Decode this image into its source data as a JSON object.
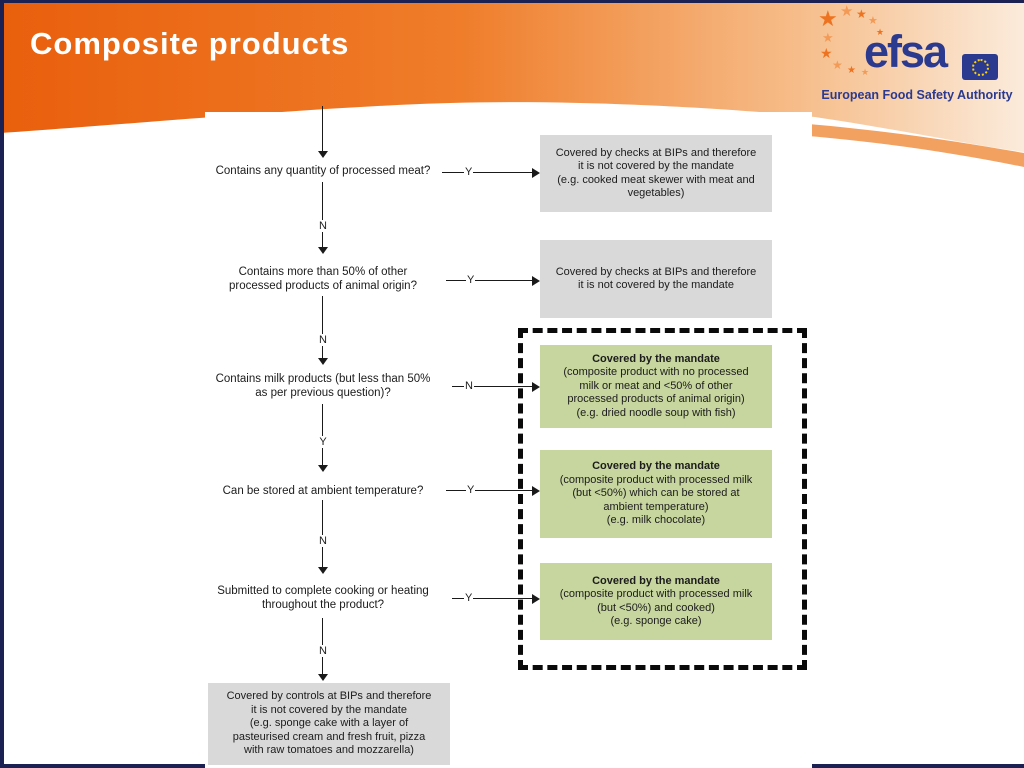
{
  "header": {
    "title": "Composite products",
    "logo": {
      "brand": "efsa",
      "tagline": "European Food Safety Authority"
    },
    "colors": {
      "orange_deep": "#e95f0c",
      "orange_light": "#f2a160",
      "cream": "#fbebdb",
      "navy": "#2b3a8f"
    }
  },
  "flowchart": {
    "questions": [
      {
        "text": "Contains any quantity of processed meat?"
      },
      {
        "text": "Contains more than 50% of other\nprocessed products of animal origin?"
      },
      {
        "text": "Contains milk products (but less than 50%\nas per previous question)?"
      },
      {
        "text": "Can be stored at ambient temperature?"
      },
      {
        "text": "Submitted to complete cooking or heating\nthroughout the product?"
      }
    ],
    "connectors": [
      {
        "id": "q1-yes",
        "label": "Y"
      },
      {
        "id": "q1-no",
        "label": "N"
      },
      {
        "id": "q2-yes",
        "label": "Y"
      },
      {
        "id": "q2-no",
        "label": "N"
      },
      {
        "id": "q3-no",
        "label": "N"
      },
      {
        "id": "q3-yes",
        "label": "Y"
      },
      {
        "id": "q4-yes",
        "label": "Y"
      },
      {
        "id": "q4-no",
        "label": "N"
      },
      {
        "id": "q5-yes",
        "label": "Y"
      },
      {
        "id": "q5-no",
        "label": "N"
      }
    ],
    "outcomes": [
      {
        "style": "gray",
        "title": null,
        "body": "Covered by checks at BIPs and therefore\nit is not covered by the mandate\n(e.g. cooked meat skewer with meat and\nvegetables)"
      },
      {
        "style": "gray",
        "title": null,
        "body": "Covered by checks at BIPs and therefore\nit is not covered by the mandate"
      },
      {
        "style": "green",
        "title": "Covered by the mandate",
        "body": "(composite product with no processed\nmilk or meat and <50% of other\nprocessed products of animal origin)\n(e.g. dried noodle soup with fish)"
      },
      {
        "style": "green",
        "title": "Covered by the mandate",
        "body": "(composite product with processed milk\n(but <50%) which can be stored at\nambient temperature)\n(e.g. milk chocolate)"
      },
      {
        "style": "green",
        "title": "Covered by the mandate",
        "body": "(composite product with processed milk\n(but <50%) and cooked)\n(e.g. sponge cake)"
      },
      {
        "style": "gray",
        "title": null,
        "body": "Covered by controls at BIPs and therefore\nit is not covered by the mandate\n(e.g. sponge cake with a layer of\npasteurised cream and fresh fruit, pizza\nwith raw tomatoes and mozzarella)"
      }
    ],
    "colors": {
      "outcome_gray": "#d9d9d9",
      "outcome_green": "#c6d69e",
      "line": "#1a1a1a"
    }
  }
}
